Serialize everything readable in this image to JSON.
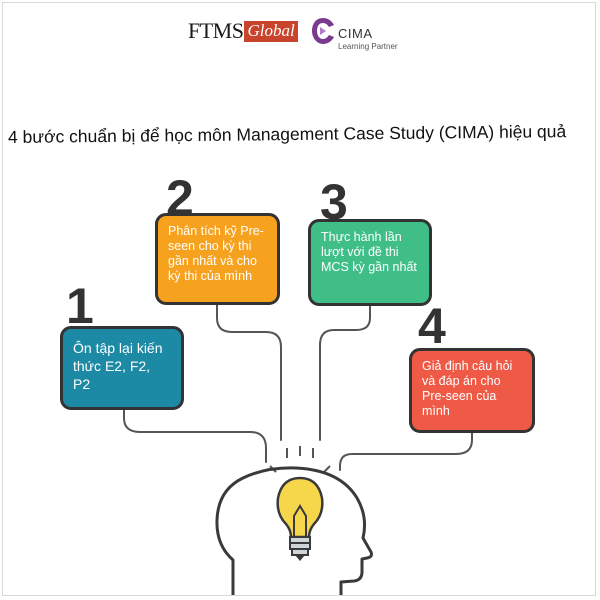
{
  "header": {
    "ftms_text": "FTMS",
    "ftms_global": "Global",
    "cima_text": "CIMA",
    "cima_sub": "Learning Partner"
  },
  "title": "4 bước chuẩn bị để học môn Management Case Study (CIMA) hiệu quả",
  "steps": [
    {
      "number": "1",
      "text": "Ôn tập lại kiến thức E2, F2, P2",
      "color": "#1d8aa5"
    },
    {
      "number": "2",
      "text": "Phân tích kỹ Pre-seen cho kỳ thi gần nhất và cho kỳ thi của mình",
      "color": "#f7a21f"
    },
    {
      "number": "3",
      "text": "Thực hành lần lượt với đề thi MCS kỳ gần nhất",
      "color": "#3fbf87"
    },
    {
      "number": "4",
      "text": "Giả định câu hỏi và đáp án cho Pre-seen của mình",
      "color": "#ef5a47"
    }
  ],
  "icons": {
    "head": "head-silhouette-icon",
    "bulb": "light-bulb-icon",
    "cima": "cima-logo-icon"
  }
}
